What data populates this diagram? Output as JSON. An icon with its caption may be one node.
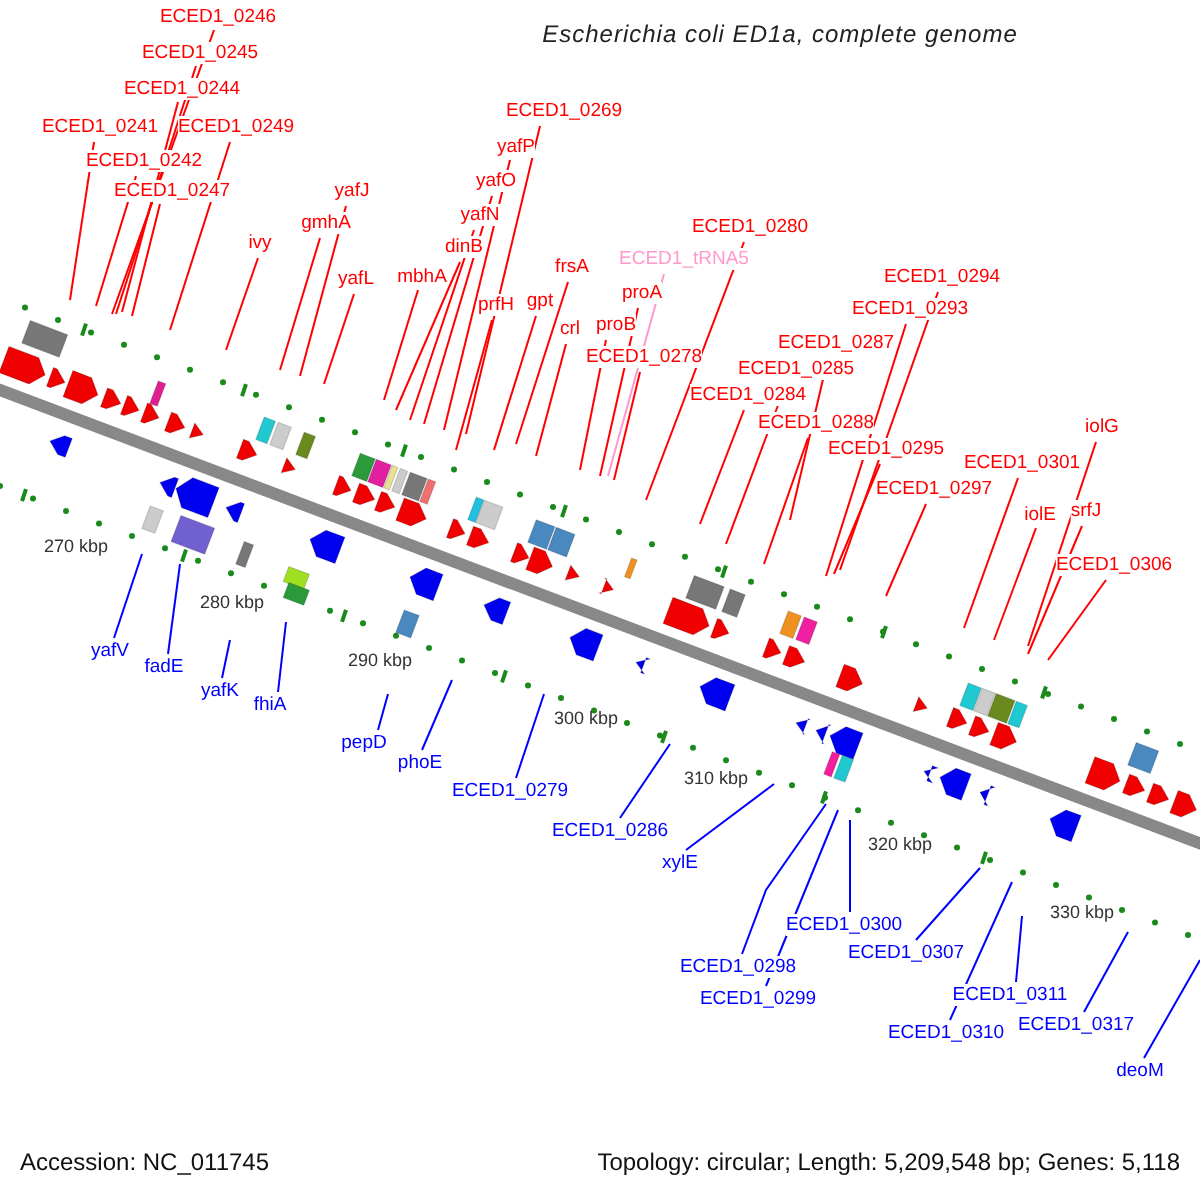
{
  "diagram": {
    "title": "Escherichia coli ED1a, complete genome",
    "nodes": [
      {
        "text": [
          "ECED1_0246"
        ]
      },
      {
        "text": [
          "ECED1_0245"
        ]
      },
      {
        "text": [
          "ECED1_0244"
        ]
      },
      {
        "text": [
          "ECED1_0241"
        ]
      },
      {
        "text": [
          "ECED1_0249"
        ]
      },
      {
        "text": [
          "ECED1_0242"
        ]
      },
      {
        "text": [
          "ECED1_0247"
        ]
      },
      {
        "text": [
          "ivy"
        ]
      },
      {
        "text": [
          "gmhA"
        ]
      },
      {
        "text": [
          "yafJ"
        ]
      },
      {
        "text": [
          "yafL"
        ]
      },
      {
        "text": [
          "mbhA"
        ]
      },
      {
        "text": [
          "dinB"
        ]
      },
      {
        "text": [
          "yafN"
        ]
      },
      {
        "text": [
          "yafO"
        ]
      },
      {
        "text": [
          "yafP"
        ]
      },
      {
        "text": [
          "ECED1_0269"
        ]
      },
      {
        "text": [
          "prfH"
        ]
      },
      {
        "text": [
          "gpt"
        ]
      },
      {
        "text": [
          "frsA"
        ]
      },
      {
        "text": [
          "crl"
        ]
      },
      {
        "text": [
          "proB"
        ]
      },
      {
        "text": [
          "proA"
        ]
      },
      {
        "text": [
          "ECED1_tRNA5"
        ]
      },
      {
        "text": [
          "ECED1_0278"
        ]
      },
      {
        "text": [
          "ECED1_0280"
        ]
      },
      {
        "text": [
          "ECED1_0294"
        ]
      },
      {
        "text": [
          "ECED1_0293"
        ]
      },
      {
        "text": [
          "ECED1_0287"
        ]
      },
      {
        "text": [
          "ECED1_0285"
        ]
      },
      {
        "text": [
          "ECED1_0284"
        ]
      },
      {
        "text": [
          "ECED1_0288"
        ]
      },
      {
        "text": [
          "ECED1_0295"
        ]
      },
      {
        "text": [
          "ECED1_0297"
        ]
      },
      {
        "text": [
          "ECED1_0301"
        ]
      },
      {
        "text": [
          "iolG"
        ]
      },
      {
        "text": [
          "iolE"
        ]
      },
      {
        "text": [
          "srfJ"
        ]
      },
      {
        "text": [
          "ECED1_0306"
        ]
      },
      {
        "text": [
          "yafV"
        ]
      },
      {
        "text": [
          "fadE"
        ]
      },
      {
        "text": [
          "yafK"
        ]
      },
      {
        "text": [
          "fhiA"
        ]
      },
      {
        "text": [
          "pepD"
        ]
      },
      {
        "text": [
          "phoE"
        ]
      },
      {
        "text": [
          "ECED1_0279"
        ]
      },
      {
        "text": [
          "ECED1_0286"
        ]
      },
      {
        "text": [
          "xylE"
        ]
      },
      {
        "text": [
          "ECED1_0298"
        ]
      },
      {
        "text": [
          "ECED1_0299"
        ]
      },
      {
        "text": [
          "ECED1_0300"
        ]
      },
      {
        "text": [
          "ECED1_0307"
        ]
      },
      {
        "text": [
          "ECED1_0310"
        ]
      },
      {
        "text": [
          "ECED1_0311"
        ]
      },
      {
        "text": [
          "ECED1_0317"
        ]
      },
      {
        "text": [
          "deoM"
        ]
      }
    ],
    "edges": [
      {
        "from": 0,
        "to": null,
        "arrow": "none"
      },
      {
        "from": 1,
        "to": null,
        "arrow": "none"
      },
      {
        "from": 2,
        "to": null,
        "arrow": "none"
      },
      {
        "from": 3,
        "to": null,
        "arrow": "none"
      },
      {
        "from": 4,
        "to": null,
        "arrow": "none"
      },
      {
        "from": 5,
        "to": null,
        "arrow": "none"
      },
      {
        "from": 6,
        "to": null,
        "arrow": "none"
      },
      {
        "from": 7,
        "to": null,
        "arrow": "none"
      },
      {
        "from": 8,
        "to": null,
        "arrow": "none"
      },
      {
        "from": 9,
        "to": null,
        "arrow": "none"
      },
      {
        "from": 10,
        "to": null,
        "arrow": "none"
      },
      {
        "from": 11,
        "to": null,
        "arrow": "none"
      },
      {
        "from": 12,
        "to": null,
        "arrow": "none"
      },
      {
        "from": 13,
        "to": null,
        "arrow": "none"
      },
      {
        "from": 14,
        "to": null,
        "arrow": "none"
      },
      {
        "from": 15,
        "to": null,
        "arrow": "none"
      },
      {
        "from": 16,
        "to": null,
        "arrow": "none"
      },
      {
        "from": 17,
        "to": null,
        "arrow": "none"
      },
      {
        "from": 18,
        "to": null,
        "arrow": "none"
      },
      {
        "from": 19,
        "to": null,
        "arrow": "none"
      },
      {
        "from": 20,
        "to": null,
        "arrow": "none"
      },
      {
        "from": 21,
        "to": null,
        "arrow": "none"
      },
      {
        "from": 22,
        "to": null,
        "arrow": "none"
      },
      {
        "from": 23,
        "to": null,
        "arrow": "none",
        "color": "#ff99cc"
      },
      {
        "from": 24,
        "to": null,
        "arrow": "none"
      },
      {
        "from": 25,
        "to": null,
        "arrow": "none"
      },
      {
        "from": 26,
        "to": null,
        "arrow": "none"
      },
      {
        "from": 27,
        "to": null,
        "arrow": "none"
      },
      {
        "from": 28,
        "to": null,
        "arrow": "none"
      },
      {
        "from": 29,
        "to": null,
        "arrow": "none"
      },
      {
        "from": 30,
        "to": null,
        "arrow": "none"
      },
      {
        "from": 31,
        "to": null,
        "arrow": "none"
      },
      {
        "from": 32,
        "to": null,
        "arrow": "none"
      },
      {
        "from": 33,
        "to": null,
        "arrow": "none"
      },
      {
        "from": 34,
        "to": null,
        "arrow": "none"
      },
      {
        "from": 35,
        "to": null,
        "arrow": "none"
      },
      {
        "from": 36,
        "to": null,
        "arrow": "none"
      },
      {
        "from": 37,
        "to": null,
        "arrow": "none"
      },
      {
        "from": 38,
        "to": null,
        "arrow": "none"
      },
      {
        "from": 39,
        "to": null,
        "arrow": "none",
        "color": "#0000ff"
      },
      {
        "from": 40,
        "to": null,
        "arrow": "none",
        "color": "#0000ff"
      },
      {
        "from": 41,
        "to": null,
        "arrow": "none",
        "color": "#0000ff"
      },
      {
        "from": 42,
        "to": null,
        "arrow": "none",
        "color": "#0000ff"
      },
      {
        "from": 43,
        "to": null,
        "arrow": "none",
        "color": "#0000ff"
      },
      {
        "from": 44,
        "to": null,
        "arrow": "none",
        "color": "#0000ff"
      },
      {
        "from": 45,
        "to": null,
        "arrow": "none",
        "color": "#0000ff"
      },
      {
        "from": 46,
        "to": null,
        "arrow": "none",
        "color": "#0000ff"
      },
      {
        "from": 47,
        "to": null,
        "arrow": "none",
        "color": "#0000ff"
      },
      {
        "from": 48,
        "to": null,
        "arrow": "none",
        "color": "#0000ff"
      },
      {
        "from": 49,
        "to": null,
        "arrow": "none",
        "color": "#0000ff"
      },
      {
        "from": 50,
        "to": null,
        "arrow": "none",
        "color": "#0000ff"
      },
      {
        "from": 51,
        "to": null,
        "arrow": "none",
        "color": "#0000ff"
      },
      {
        "from": 52,
        "to": null,
        "arrow": "none",
        "color": "#0000ff"
      },
      {
        "from": 53,
        "to": null,
        "arrow": "none",
        "color": "#0000ff"
      },
      {
        "from": 54,
        "to": null,
        "arrow": "none",
        "color": "#0000ff"
      },
      {
        "from": 55,
        "to": null,
        "arrow": "none",
        "color": "#0000ff"
      }
    ],
    "labels": [
      "270 kbp",
      "280 kbp",
      "290 kbp",
      "300 kbp",
      "310 kbp",
      "320 kbp",
      "330 kbp",
      "Accession: NC_011745",
      "Topology: circular; Length: 5,209,548 bp; Genes: 5,118"
    ]
  }
}
